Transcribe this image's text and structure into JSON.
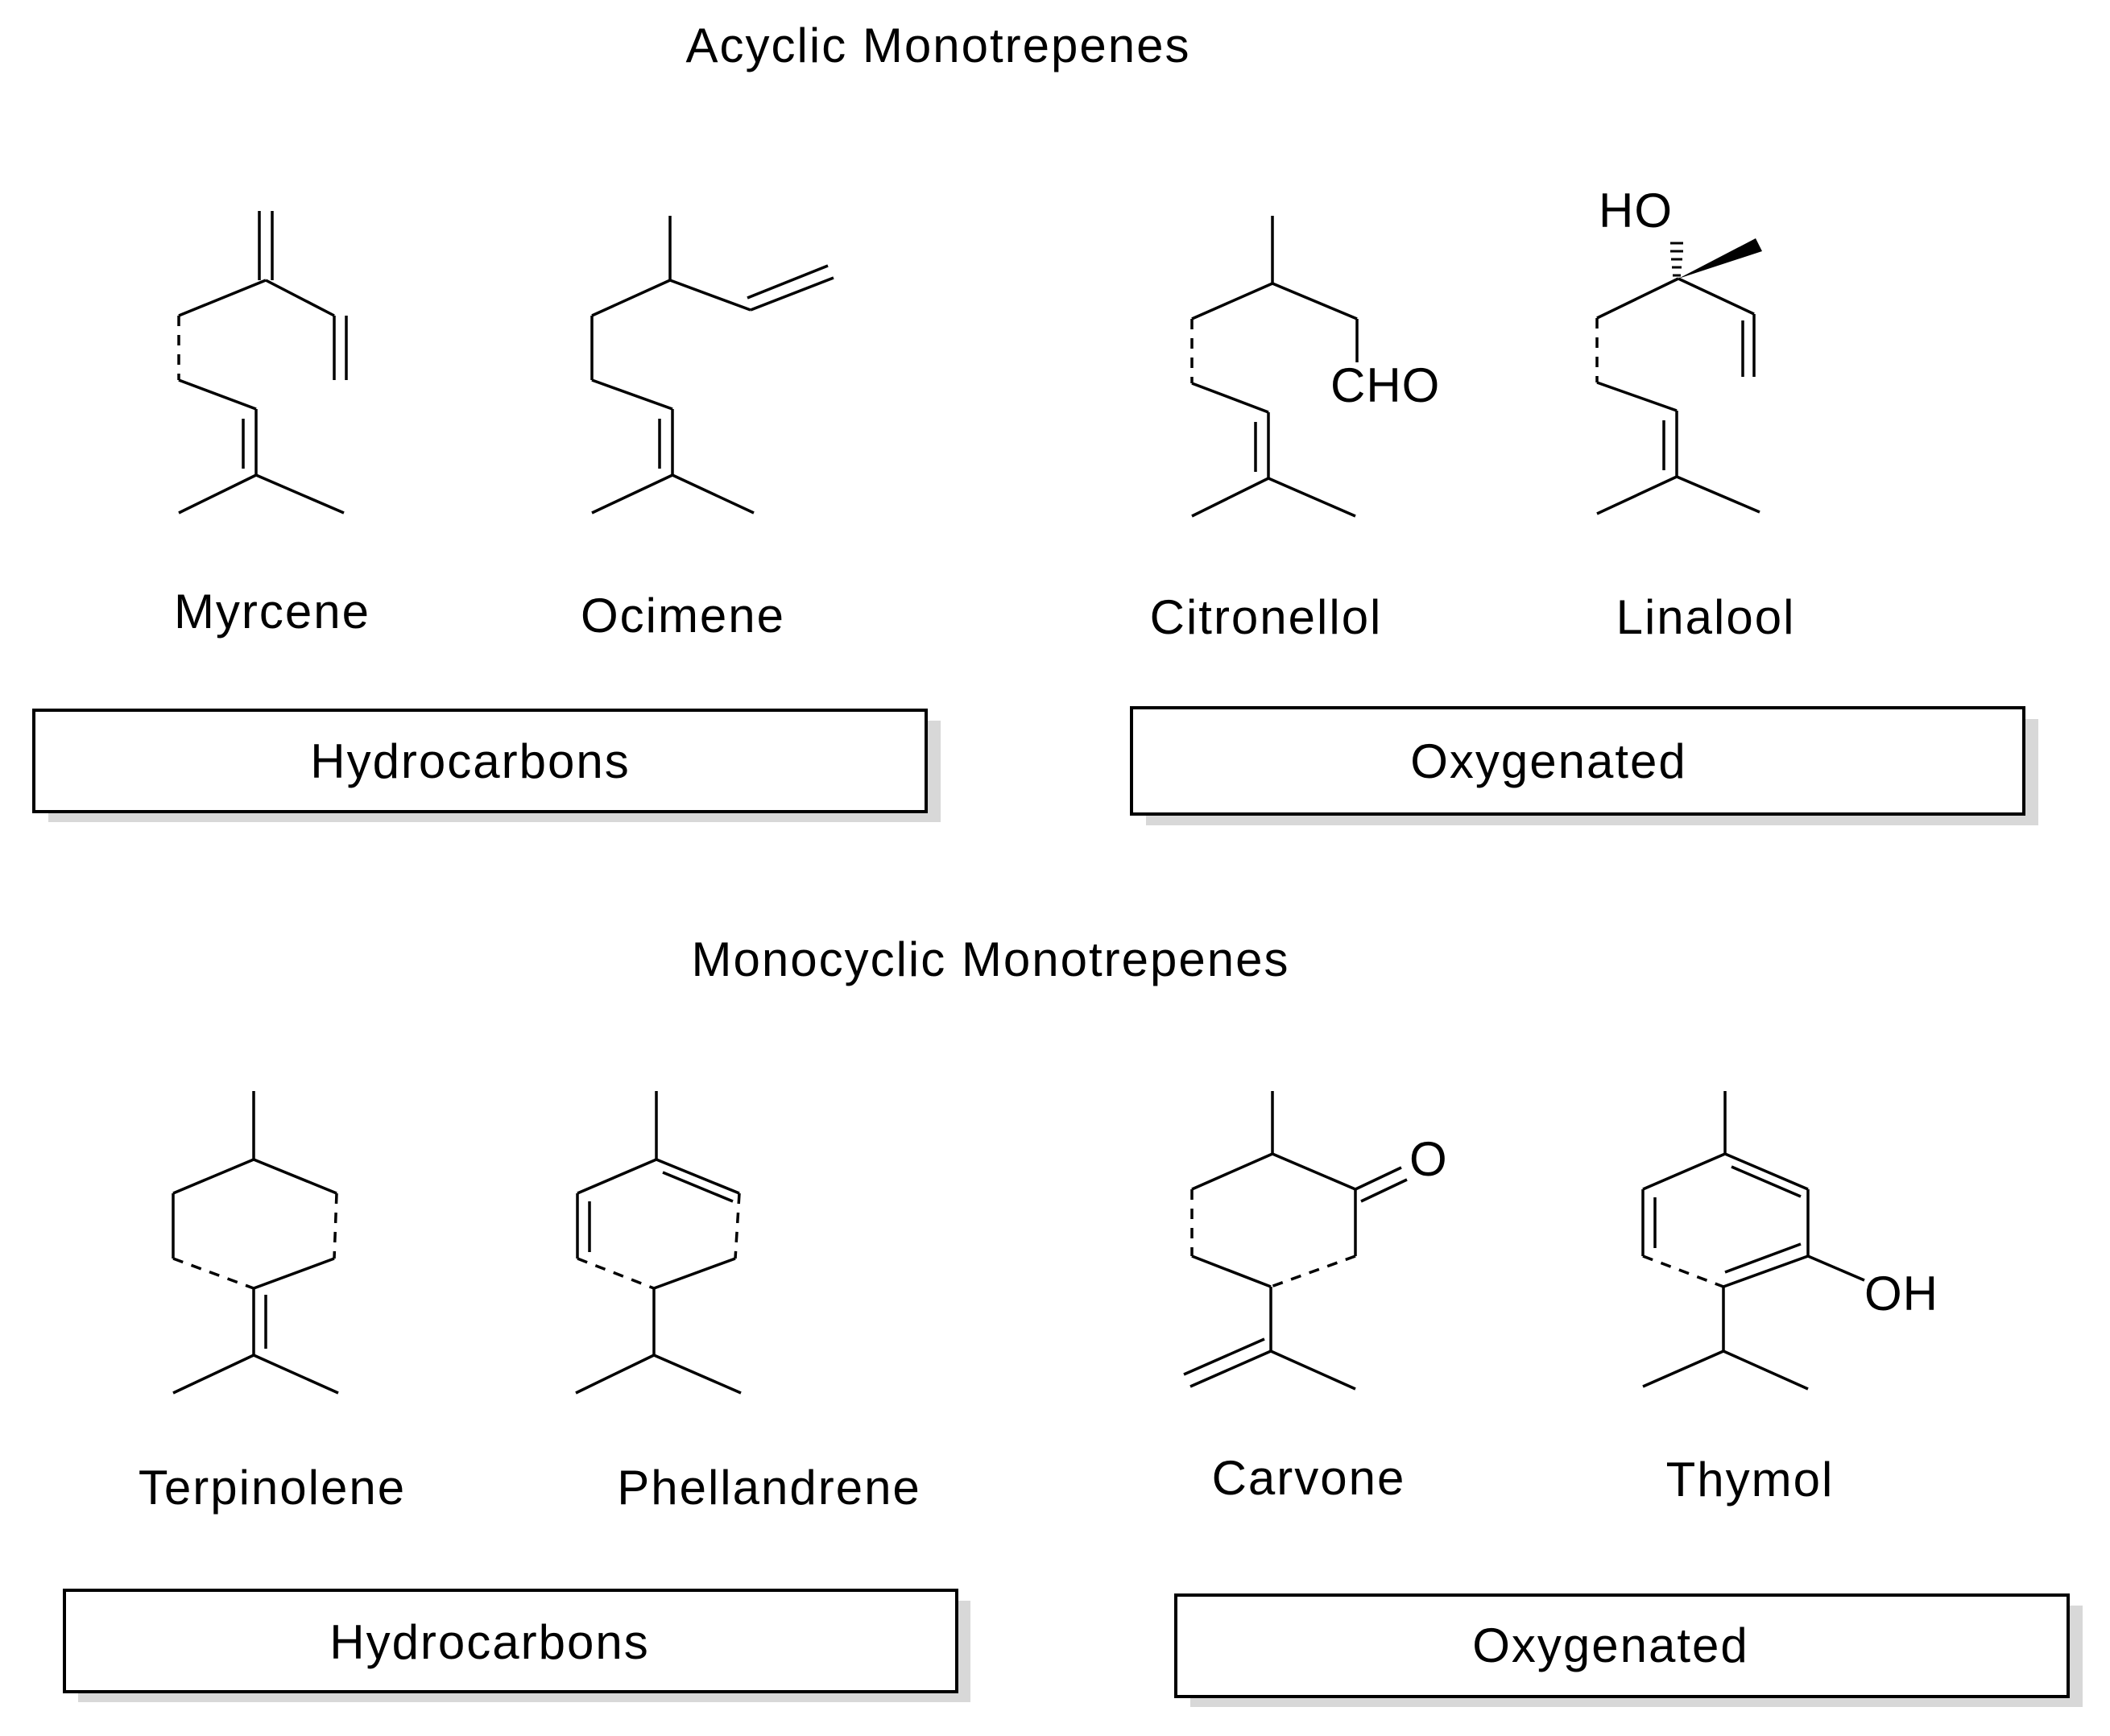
{
  "sections": {
    "acyclic": {
      "title": "Acyclic Monotrepenes",
      "compounds": [
        "Myrcene",
        "Ocimene",
        "Citronellol",
        "Linalool"
      ],
      "labels": [
        "CHO",
        "HO"
      ],
      "groups": [
        "Hydrocarbons",
        "Oxygenated"
      ]
    },
    "monocyclic": {
      "title": "Monocyclic Monotrepenes",
      "compounds": [
        "Terpinolene",
        "Phellandrene",
        "Carvone",
        "Thymol"
      ],
      "labels": [
        "O",
        "OH"
      ],
      "groups": [
        "Hydrocarbons",
        "Oxygenated"
      ]
    }
  }
}
